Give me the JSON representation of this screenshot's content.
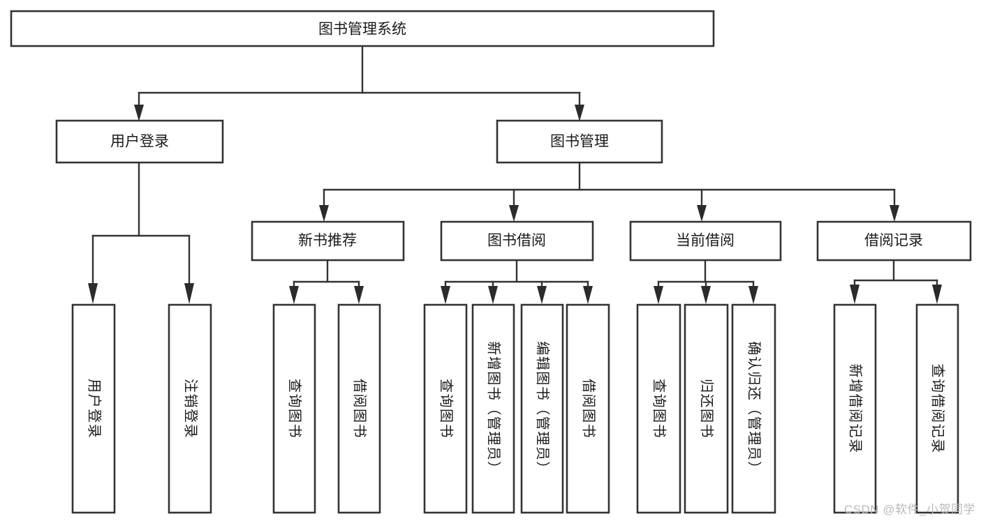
{
  "diagram": {
    "type": "hierarchy-tree",
    "title": "图书管理系统",
    "watermark": "CSDN @软件_小贺同学",
    "orientation": "top-down",
    "colors": {
      "box_fill": "#ffffff",
      "box_stroke": "#333333",
      "connector": "#333333",
      "text": "#1a1a1a",
      "watermark": "#b9b9b9"
    },
    "levels": [
      {
        "level": 1,
        "nodes": [
          {
            "id": "root",
            "label": "图书管理系统",
            "text_orientation": "horizontal"
          }
        ]
      },
      {
        "level": 2,
        "nodes": [
          {
            "id": "login",
            "label": "用户登录",
            "parent": "root",
            "text_orientation": "horizontal"
          },
          {
            "id": "bookmgmt",
            "label": "图书管理",
            "parent": "root",
            "text_orientation": "horizontal"
          }
        ]
      },
      {
        "level": 3,
        "nodes": [
          {
            "id": "newbook",
            "label": "新书推荐",
            "parent": "bookmgmt",
            "text_orientation": "horizontal"
          },
          {
            "id": "borrow",
            "label": "图书借阅",
            "parent": "bookmgmt",
            "text_orientation": "horizontal"
          },
          {
            "id": "current",
            "label": "当前借阅",
            "parent": "bookmgmt",
            "text_orientation": "horizontal"
          },
          {
            "id": "records",
            "label": "借阅记录",
            "parent": "bookmgmt",
            "text_orientation": "horizontal"
          }
        ]
      },
      {
        "level": 4,
        "nodes": [
          {
            "id": "leaf1",
            "label": "用户登录",
            "parent": "login",
            "text_orientation": "vertical"
          },
          {
            "id": "leaf2",
            "label": "注销登录",
            "parent": "login",
            "text_orientation": "vertical"
          },
          {
            "id": "leaf3",
            "label": "查询图书",
            "parent": "newbook",
            "text_orientation": "vertical"
          },
          {
            "id": "leaf4",
            "label": "借阅图书",
            "parent": "newbook",
            "text_orientation": "vertical"
          },
          {
            "id": "leaf5",
            "label": "查询图书",
            "parent": "borrow",
            "text_orientation": "vertical"
          },
          {
            "id": "leaf6",
            "label": "新增图书（管理员）",
            "parent": "borrow",
            "text_orientation": "vertical"
          },
          {
            "id": "leaf7",
            "label": "编辑图书（管理员）",
            "parent": "borrow",
            "text_orientation": "vertical"
          },
          {
            "id": "leaf8",
            "label": "借阅图书",
            "parent": "borrow",
            "text_orientation": "vertical"
          },
          {
            "id": "leaf9",
            "label": "查询图书",
            "parent": "current",
            "text_orientation": "vertical"
          },
          {
            "id": "leaf10",
            "label": "归还图书",
            "parent": "current",
            "text_orientation": "vertical"
          },
          {
            "id": "leaf11",
            "label": "确认归还（管理员）",
            "parent": "current",
            "text_orientation": "vertical"
          },
          {
            "id": "leaf12",
            "label": "新增借阅记录",
            "parent": "records",
            "text_orientation": "vertical"
          },
          {
            "id": "leaf13",
            "label": "查询借阅记录",
            "parent": "records",
            "text_orientation": "vertical"
          }
        ]
      }
    ]
  }
}
